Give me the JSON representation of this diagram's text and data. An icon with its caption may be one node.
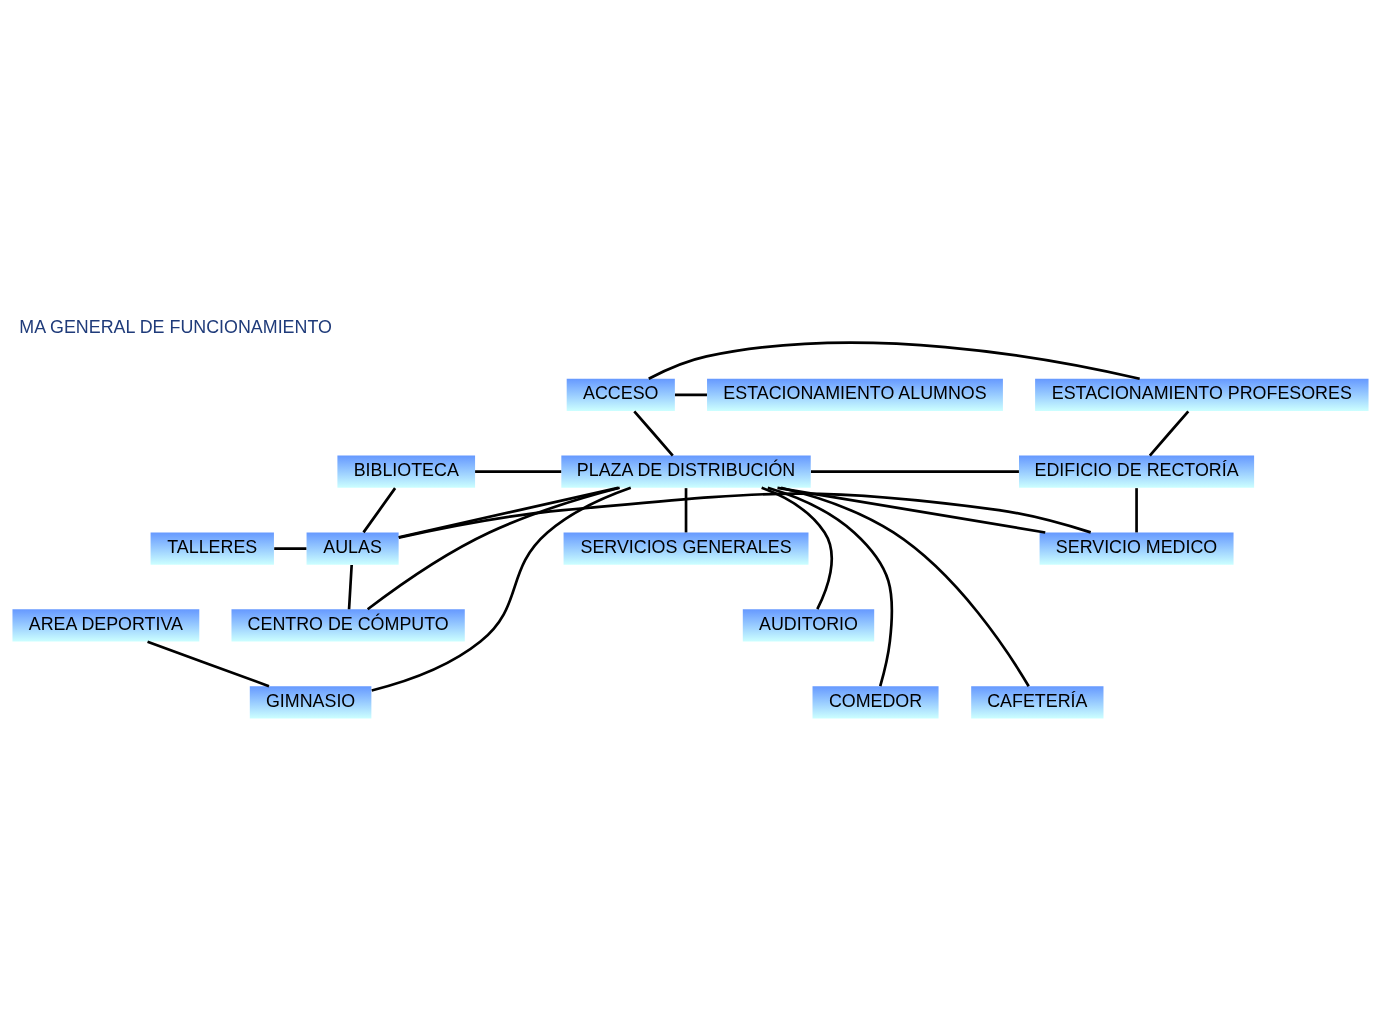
{
  "diagram": {
    "title": "MA GENERAL DE FUNCIONAMIENTO",
    "nodes": [
      {
        "text": [
          "ACCESO"
        ]
      },
      {
        "text": [
          "ESTACIONAMIENTO ALUMNOS"
        ]
      },
      {
        "text": [
          "ESTACIONAMIENTO PROFESORES"
        ]
      },
      {
        "text": [
          "BIBLIOTECA"
        ]
      },
      {
        "text": [
          "PLAZA DE DISTRIBUCIÓN"
        ]
      },
      {
        "text": [
          "EDIFICIO DE RECTORÍA"
        ]
      },
      {
        "text": [
          "TALLERES"
        ]
      },
      {
        "text": [
          "AULAS"
        ]
      },
      {
        "text": [
          "SERVICIO MEDICO"
        ]
      },
      {
        "text": [
          "AREA DEPORTIVA"
        ]
      },
      {
        "text": [
          "CENTRO DE CÓMPUTO"
        ]
      },
      {
        "text": [
          "AUDITORIO"
        ]
      },
      {
        "text": [
          "CAFETERÍA"
        ]
      },
      {
        "text": [
          "GIMNASIO"
        ]
      },
      {
        "text": [
          "COMEDOR"
        ]
      },
      {
        "text": [
          "SERVICIOS GENERALES"
        ]
      }
    ],
    "edges": [
      {
        "from": 0,
        "to": 1,
        "arrow": "none"
      },
      {
        "from": 0,
        "to": 2,
        "arrow": "none"
      },
      {
        "from": 0,
        "to": 4,
        "arrow": "none"
      },
      {
        "from": 2,
        "to": 5,
        "arrow": "none"
      },
      {
        "from": 3,
        "to": 4,
        "arrow": "none"
      },
      {
        "from": 4,
        "to": 5,
        "arrow": "none"
      },
      {
        "from": 5,
        "to": 8,
        "arrow": "none"
      },
      {
        "from": 3,
        "to": 7,
        "arrow": "none"
      },
      {
        "from": 4,
        "to": 7,
        "arrow": "none"
      },
      {
        "from": 6,
        "to": 7,
        "arrow": "none"
      },
      {
        "from": 7,
        "to": 8,
        "arrow": "none"
      },
      {
        "from": 4,
        "to": 8,
        "arrow": "none"
      },
      {
        "from": 4,
        "to": 11,
        "arrow": "none"
      },
      {
        "from": 7,
        "to": 10,
        "arrow": "none"
      },
      {
        "from": 4,
        "to": 10,
        "arrow": "none"
      },
      {
        "from": 9,
        "to": 13,
        "arrow": "none"
      },
      {
        "from": 4,
        "to": 12,
        "arrow": "none"
      },
      {
        "from": 4,
        "to": 15,
        "arrow": "none"
      },
      {
        "from": 4,
        "to": 13,
        "arrow": "none"
      },
      {
        "from": 4,
        "to": 14,
        "arrow": "none"
      }
    ]
  }
}
